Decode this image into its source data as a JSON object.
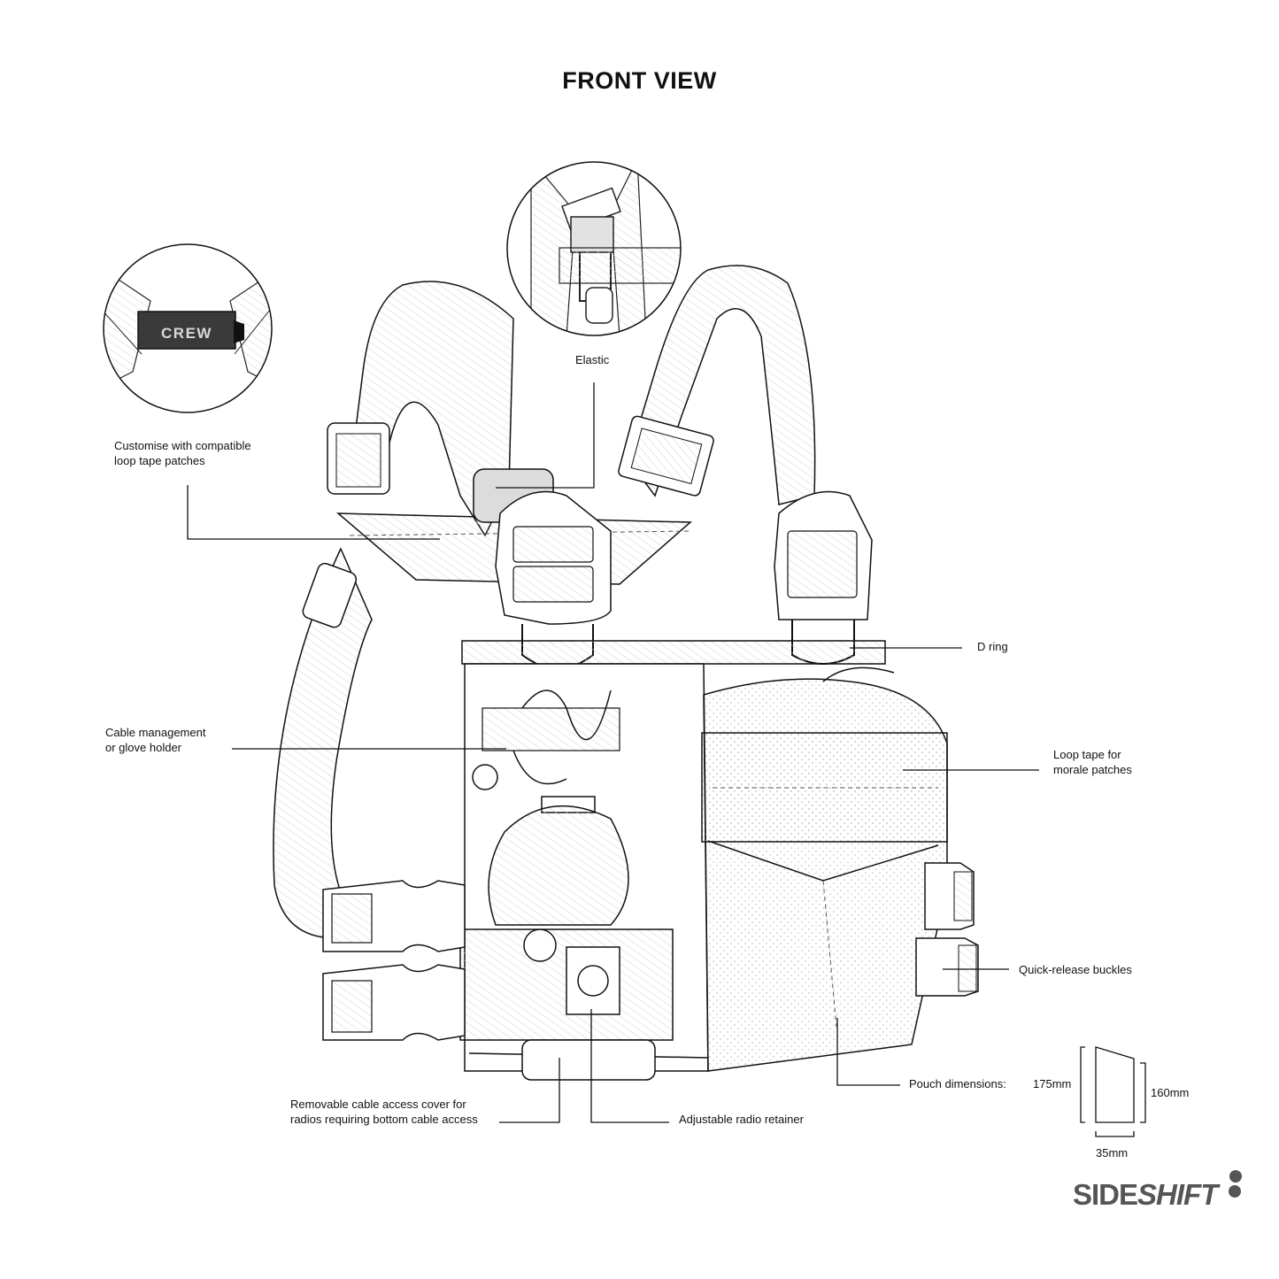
{
  "title": "FRONT VIEW",
  "detail_badge": "CREW",
  "labels": {
    "elastic": "Elastic",
    "customise": [
      "Customise with compatible",
      "loop tape patches"
    ],
    "d_ring": "D ring",
    "cable_management": [
      "Cable management",
      "or glove holder"
    ],
    "loop_tape": [
      "Loop tape for",
      "morale patches"
    ],
    "quick_release": "Quick-release buckles",
    "pouch_dimensions": "Pouch dimensions:",
    "removable_cover": [
      "Removable cable access cover for",
      "radios requiring bottom cable access"
    ],
    "radio_retainer": "Adjustable radio retainer"
  },
  "dimensions": {
    "height_left": "175mm",
    "height_right": "160mm",
    "depth": "35mm"
  },
  "logo": {
    "part1": "SIDE",
    "part2": "SHIFT"
  },
  "colors": {
    "ink": "#111111",
    "logo": "#555555",
    "badge": "#3a3a3a"
  }
}
